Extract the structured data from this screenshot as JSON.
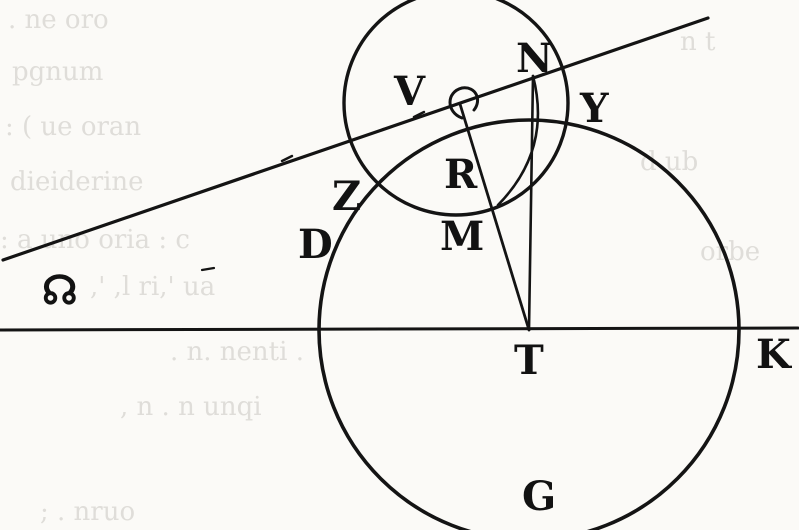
{
  "labels": {
    "N": "N",
    "V": "V",
    "Y": "Y",
    "Z": "Z",
    "R": "R",
    "D": "D",
    "M": "M",
    "node": "☊",
    "T": "T",
    "K": "K",
    "G": "G"
  },
  "colors": {
    "ink": "#141414",
    "paper": "#fbfaf7"
  }
}
